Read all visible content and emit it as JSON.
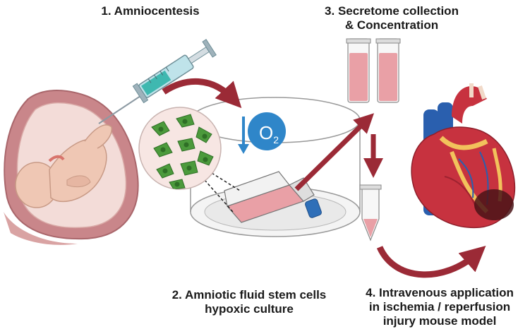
{
  "steps": {
    "step1": {
      "line1": "1. Amniocentesis"
    },
    "step2": {
      "line1": "2. Amniotic fluid stem cells",
      "line2": "hypoxic culture"
    },
    "step3": {
      "line1": "3. Secretome collection",
      "line2": "& Concentration"
    },
    "step4": {
      "line1": "4. Intravenous application",
      "line2": "in ischemia / reperfusion",
      "line3": "injury mouse model"
    }
  },
  "oxygen_label": {
    "base": "O",
    "subscript": "2"
  },
  "colors": {
    "arrow": "#9b2a36",
    "o2_circle": "#2f86c9",
    "uterus": "#c9868a",
    "fetus": "#efc7b4",
    "cells": "#4c9a3c",
    "fluid": "#e9a0a6",
    "heart_red": "#c7323f",
    "heart_blue": "#2a5fae",
    "heart_yellow": "#f2c25c"
  }
}
